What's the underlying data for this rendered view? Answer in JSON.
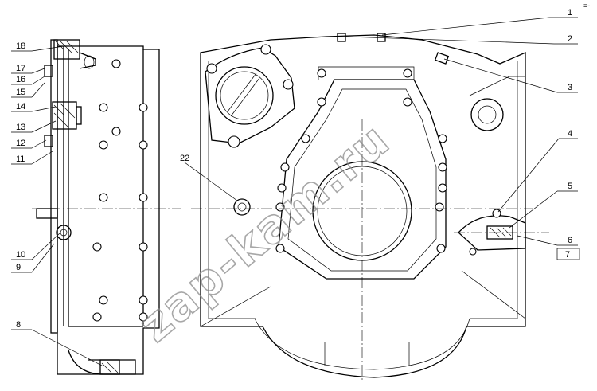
{
  "diagram": {
    "callouts_right": [
      "1",
      "2",
      "3",
      "4",
      "5",
      "6",
      "7"
    ],
    "callouts_left": [
      "18",
      "17",
      "16",
      "15",
      "14",
      "13",
      "12",
      "11",
      "10",
      "9",
      "8"
    ],
    "callout_center": "22",
    "corner_mark": "=-",
    "watermark": "zap-kam.ru"
  }
}
